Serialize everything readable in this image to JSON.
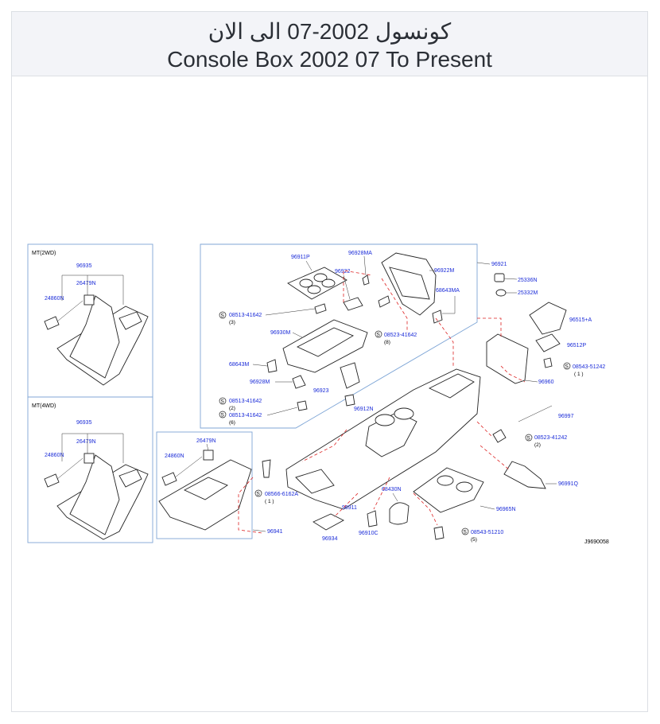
{
  "header": {
    "title_ar": "كونسول 2002-07 الى الان",
    "title_en": "Console Box 2002 07 To Present"
  },
  "diagram": {
    "code": "J9690058",
    "panels": {
      "mt2wd": {
        "label": "MT(2WD)",
        "parts": [
          "96935",
          "26479N",
          "24860N"
        ]
      },
      "mt4wd": {
        "label": "MT(4WD)",
        "parts": [
          "96935",
          "26479N",
          "24860N"
        ]
      },
      "sub": {
        "parts": [
          "26479N",
          "24860N"
        ]
      }
    },
    "parts": {
      "p96911P": "96911P",
      "p96928MA": "96928MA",
      "p96922M": "96922M",
      "p96921": "96921",
      "p96922": "96922",
      "p68643MA": "68643MA",
      "p08513_41642_a": "08513-41642",
      "q3": "(3)",
      "p96930M": "96930M",
      "p08523_41642_a": "08523-41642",
      "q8": "(8)",
      "p68643M": "68643M",
      "p96928M": "96928M",
      "p96923": "96923",
      "p08513_41642_b": "08513-41642",
      "q2a": "(2)",
      "p08513_41642_c": "08513-41642",
      "q6": "(6)",
      "p96912N": "96912N",
      "p25336N": "25336N",
      "p25332M": "25332M",
      "p96515A": "96515+A",
      "p96512P": "96512P",
      "p08543_51242": "08543-51242",
      "q1a": "( 1 )",
      "p96960": "96960",
      "p96997": "96997",
      "p08523_41242": "08523-41242",
      "q2b": "(2)",
      "p96991Q": "96991Q",
      "p08566_6162A": "08566-6162A",
      "q1b": "( 1 )",
      "p96911": "96911",
      "p68430N": "68430N",
      "p96965N": "96965N",
      "p96941": "96941",
      "p96934": "96934",
      "p96910C": "96910C",
      "p08543_51210": "08543-51210",
      "q5": "(5)",
      "s": "S"
    }
  }
}
